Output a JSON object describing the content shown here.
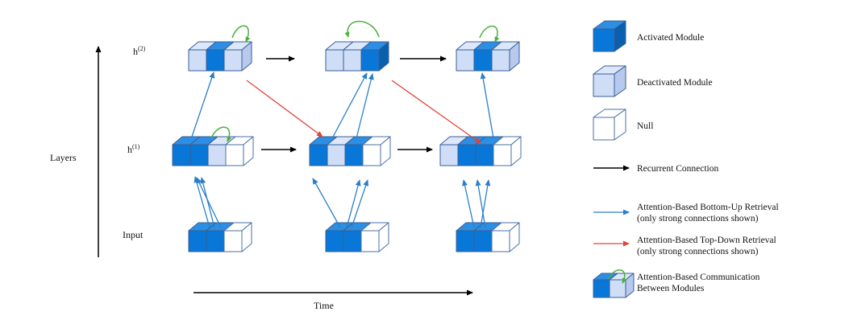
{
  "axes": {
    "layers_label": "Layers",
    "time_label": "Time"
  },
  "row_labels": {
    "h2_base": "h",
    "h2_sup": "(2)",
    "h1_base": "h",
    "h1_sup": "(1)",
    "input": "Input"
  },
  "legend": {
    "activated": "Activated Module",
    "deactivated": "Deactivated Module",
    "null": "Null",
    "recurrent": "Recurrent Connection",
    "bottom_up_line1": "Attention-Based Bottom-Up Retrieval",
    "bottom_up_line2": "(only strong connections shown)",
    "top_down_line1": "Attention-Based Top-Down Retrieval",
    "top_down_line2": "(only strong connections shown)",
    "communication_line1": "Attention-Based Communication",
    "communication_line2": "Between Modules"
  },
  "colors": {
    "activated_front": "#0877d8",
    "activated_side": "#0a5fae",
    "activated_top": "#2d8fe3",
    "deactivated_front": "#cfddf7",
    "deactivated_side": "#b7c9ee",
    "deactivated_top": "#dce7fa",
    "edge": "#3a5f95",
    "null_edge": "#4a6fa5",
    "bottom_up": "#2a7fc9",
    "top_down": "#e0443a",
    "recurrent": "#000000",
    "communication": "#4caf3c"
  },
  "module_rows": {
    "h2": [
      [
        "deactivated",
        "activated",
        "deactivated"
      ],
      [
        "deactivated",
        "deactivated",
        "activated"
      ],
      [
        "deactivated",
        "activated",
        "deactivated"
      ]
    ],
    "h1": [
      [
        "activated",
        "activated",
        "deactivated",
        "null"
      ],
      [
        "activated",
        "deactivated",
        "activated",
        "null"
      ],
      [
        "deactivated",
        "activated",
        "activated",
        "null"
      ]
    ],
    "input": [
      [
        "activated",
        "activated",
        "null"
      ],
      [
        "activated",
        "activated",
        "null"
      ],
      [
        "activated",
        "activated",
        "null"
      ]
    ]
  }
}
